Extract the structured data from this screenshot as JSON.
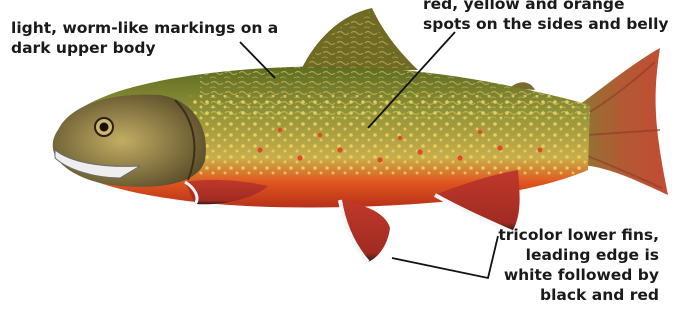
{
  "labels": {
    "markings": "light, worm-like markings on a dark upper body",
    "spots": "red, yellow and orange spots on the sides and belly",
    "fins": "tricolor lower fins, leading edge is white followed by black and red"
  },
  "colors": {
    "back": "#6d7a2a",
    "flank": "#b7a545",
    "belly": "#e0561f",
    "fin_red": "#c0392b",
    "tail": "#b04a2f",
    "spot_yellow": "#f2d25a",
    "spot_red": "#e04a2a",
    "text": "#1a1a1a"
  }
}
